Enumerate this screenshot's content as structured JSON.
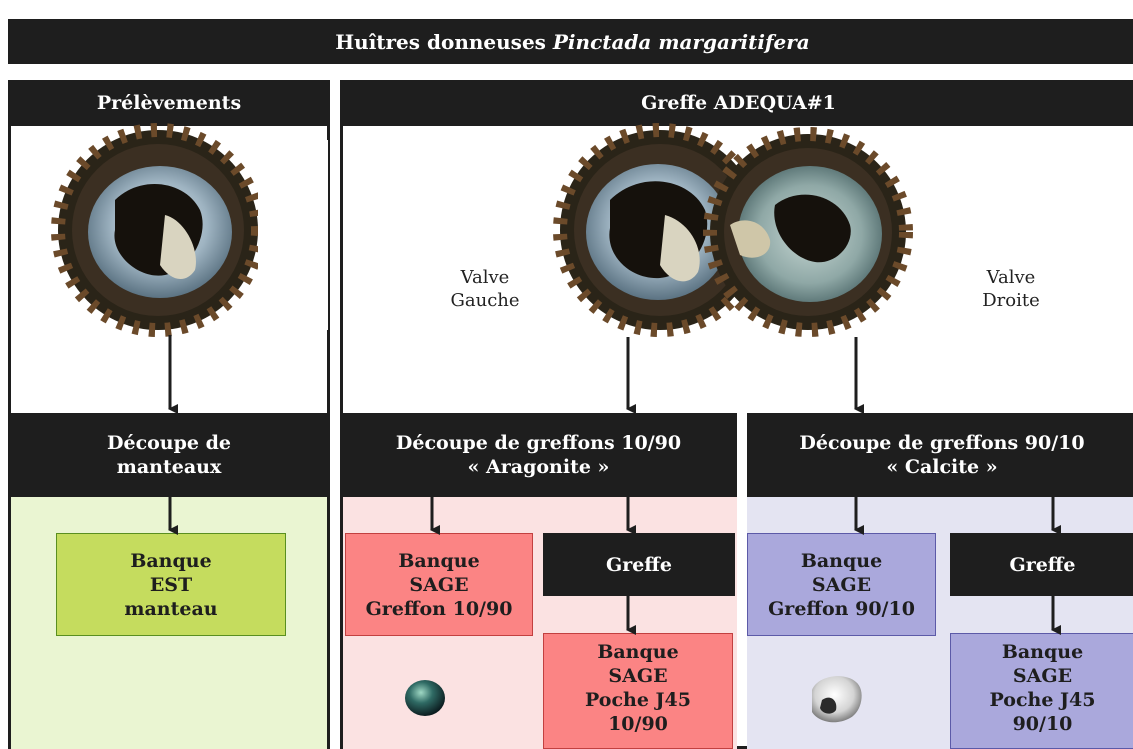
{
  "banner": {
    "prefix": "Huîtres donneuses ",
    "species": "Pinctada margaritifera"
  },
  "left": {
    "header": "Prélèvements",
    "step": "Découpe de\nmanteaux",
    "bank": "Banque\nEST\nmanteau"
  },
  "right": {
    "header": "Greffe ADEQUA#1",
    "valve_left": "Valve\nGauche",
    "valve_right": "Valve\nDroite",
    "aragonite": {
      "cut": "Découpe de greffons 10/90\n« Aragonite »",
      "bank": "Banque\nSAGE\nGreffon 10/90",
      "graft": "Greffe",
      "pouch": "Banque\nSAGE\nPoche J45\n10/90"
    },
    "calcite": {
      "cut": "Découpe de greffons 90/10\n« Calcite »",
      "bank": "Banque\nSAGE\nGreffon 90/10",
      "graft": "Greffe",
      "pouch": "Banque\nSAGE\nPoche J45\n90/10"
    }
  },
  "colors": {
    "dark": "#1e1e1e",
    "green_zone": "#eaf5d2",
    "green_box": "#c5dc5e",
    "red_zone": "#fbe2e2",
    "red_box": "#fb8484",
    "blue_zone": "#e4e4f2",
    "blue_box": "#aaa8dc"
  }
}
